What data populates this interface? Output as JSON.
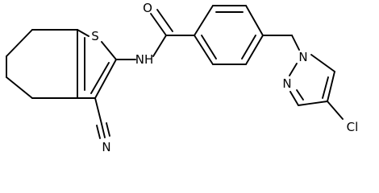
{
  "molecule": {
    "atom_labels": {
      "sulfur": "S",
      "amide_nitrogen": "NH",
      "carbonyl_oxygen": "O",
      "nitrile_nitrogen": "N",
      "pyrazole_n1": "N",
      "pyrazole_n2": "N",
      "chlorine": "Cl"
    }
  }
}
